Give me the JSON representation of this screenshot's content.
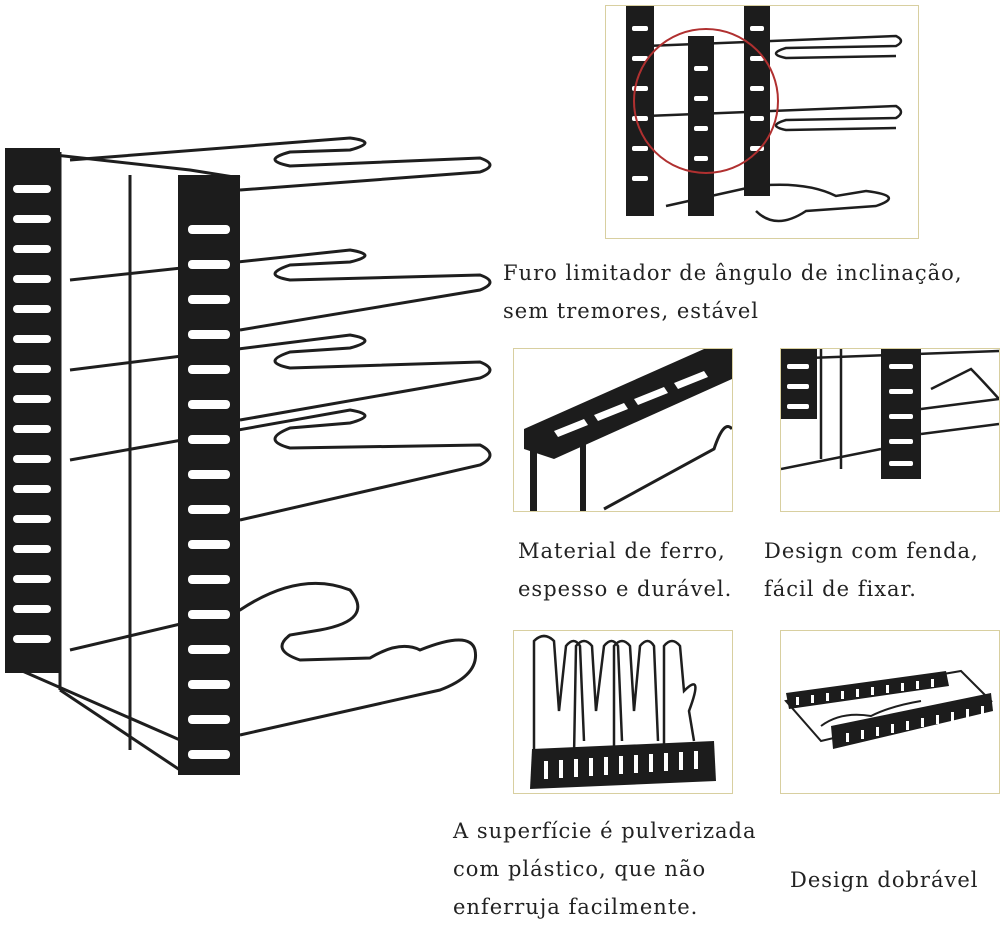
{
  "captions": {
    "angle_hole": [
      "Furo limitador de ângulo de inclinação,",
      "sem tremores, estável"
    ],
    "iron": [
      "Material de ferro,",
      "espesso e durável."
    ],
    "slot": [
      "Design com fenda,",
      "fácil de fixar."
    ],
    "coating": [
      "A superfície é pulverizada",
      "com plástico, que não",
      "enferruja facilmente."
    ],
    "foldable": [
      "Design dobrável"
    ]
  },
  "colors": {
    "metal": "#1e1e1e",
    "panel_border": "#d8cfa0",
    "highlight_circle": "#b03030"
  }
}
